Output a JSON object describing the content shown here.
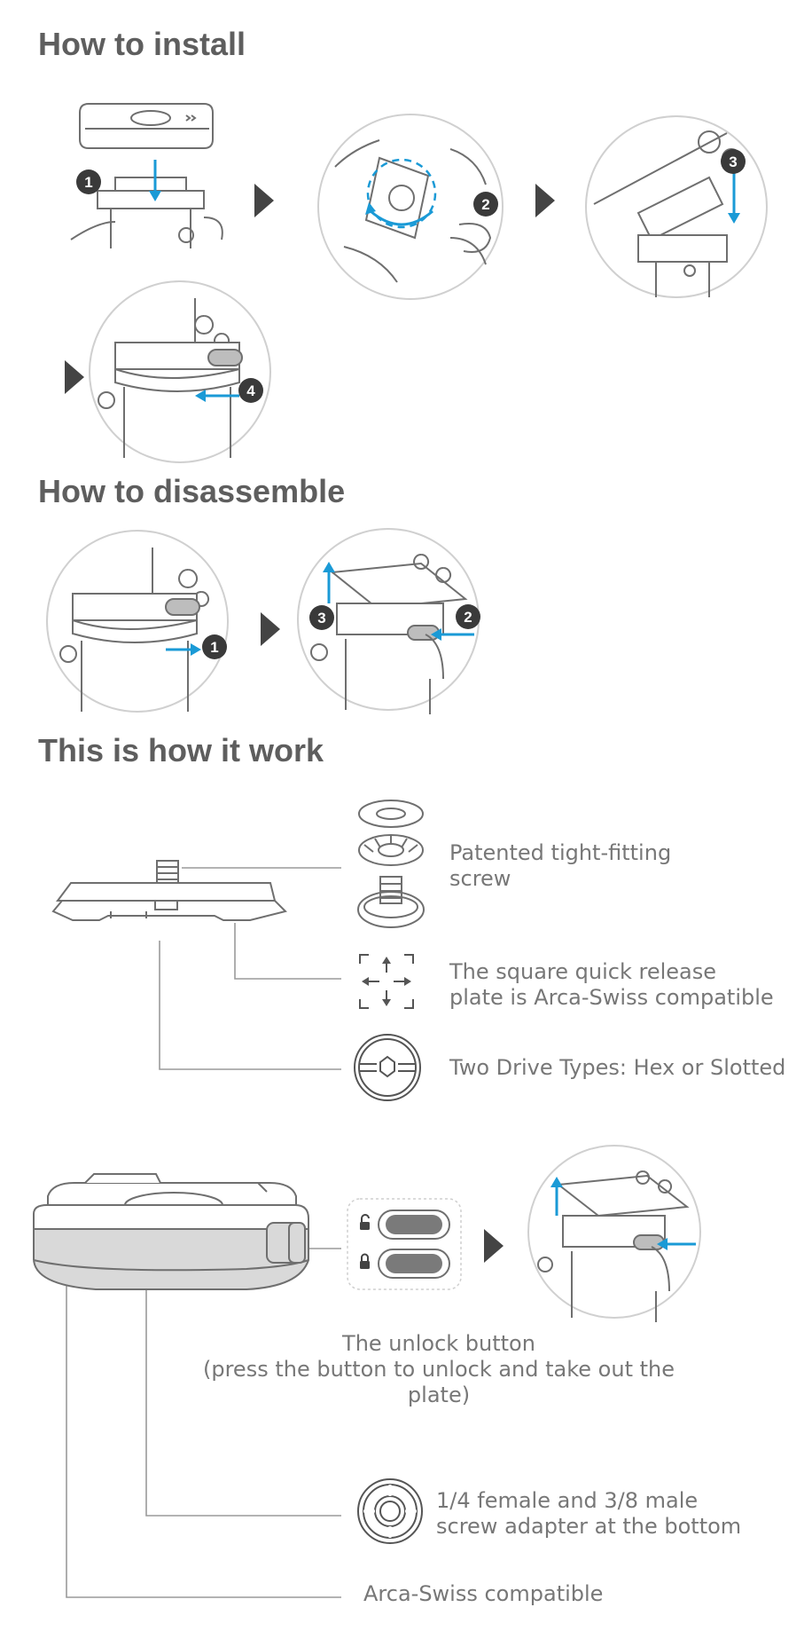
{
  "sections": {
    "install": {
      "title": "How to install",
      "steps": [
        "1",
        "2",
        "3",
        "4"
      ]
    },
    "disassemble": {
      "title": "How to disassemble",
      "steps": [
        "1",
        "2",
        "3"
      ]
    },
    "work": {
      "title": "This is how it work"
    }
  },
  "labels": {
    "screw": "Patented tight-fitting\nscrew",
    "square": "The square quick release\nplate is Arca-Swiss compatible",
    "drive": "Two Drive Types: Hex or Slotted",
    "unlock": "The unlock button\n(press the button to unlock and take out the plate)",
    "adapter": "1/4 female and 3/8 male\nscrew adapter at the bottom",
    "arca": "Arca-Swiss compatible"
  },
  "colors": {
    "accent": "#1a9ad6",
    "line": "#9a9a9a",
    "badge": "#3a3a3a",
    "fill": "#d9d9d9"
  },
  "icons": [
    "arrow-right-icon",
    "unlocked-icon",
    "locked-icon",
    "arrows-cross-icon"
  ]
}
